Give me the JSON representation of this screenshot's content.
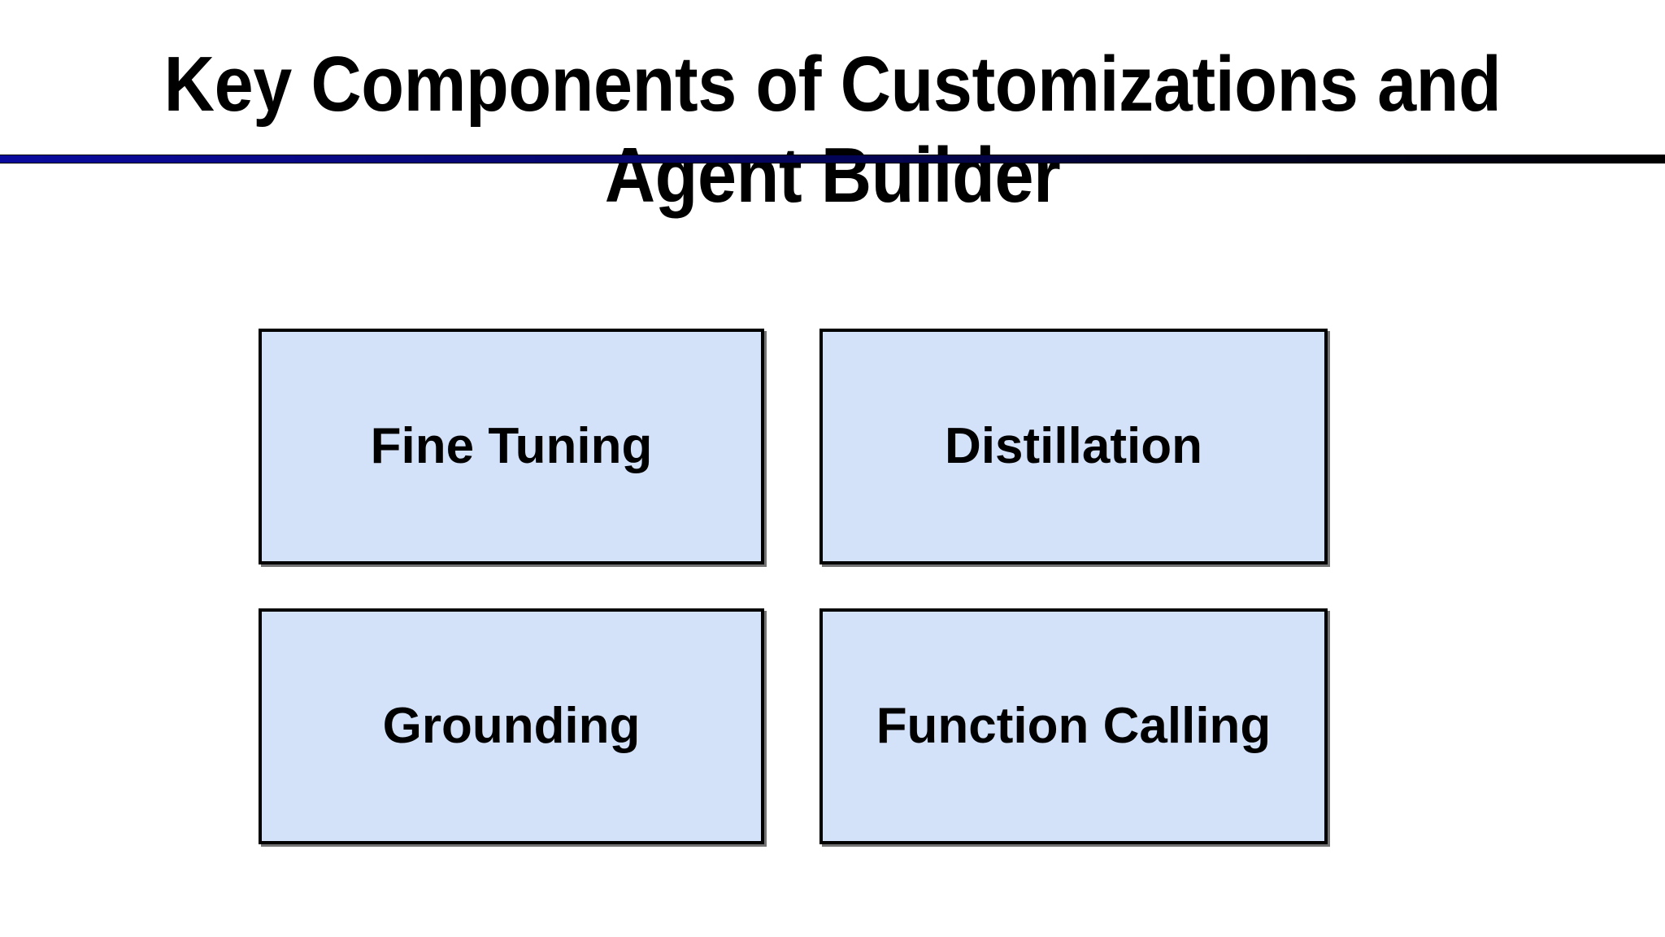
{
  "slide": {
    "background_color": "#ffffff",
    "title": {
      "line1": "Key Components of Customizations and",
      "line2": "Agent Builder",
      "color": "#000000"
    },
    "divider": {
      "gradient_start_color": "#0a0a9e",
      "gradient_end_color": "#000000"
    },
    "boxes": [
      {
        "id": "fine-tuning",
        "label": "Fine Tuning",
        "fill_color": "#d4e2f9",
        "border_color": "#000000",
        "row": 1,
        "column": 1
      },
      {
        "id": "distillation",
        "label": "Distillation",
        "fill_color": "#d4e2f9",
        "border_color": "#000000",
        "row": 1,
        "column": 2
      },
      {
        "id": "grounding",
        "label": "Grounding",
        "fill_color": "#d4e2f9",
        "border_color": "#000000",
        "row": 2,
        "column": 1
      },
      {
        "id": "function-calling",
        "label": "Function Calling",
        "fill_color": "#d4e2f9",
        "border_color": "#000000",
        "row": 2,
        "column": 2
      }
    ]
  }
}
